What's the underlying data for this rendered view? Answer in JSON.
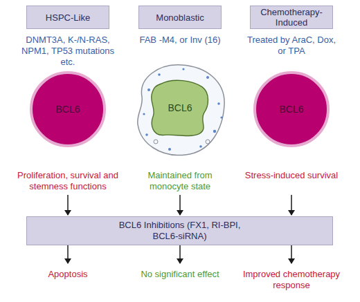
{
  "diagram": {
    "nodes": [
      {
        "text": [
          "HSPC-Like"
        ]
      },
      {
        "text": [
          "Monoblastic"
        ]
      },
      {
        "text": [
          "Chemotherapy-Induced"
        ]
      },
      {
        "text": [
          "BCL6"
        ]
      },
      {
        "text": [
          "BCL6"
        ]
      },
      {
        "text": [
          "BCL6"
        ]
      },
      {
        "text": [
          "BCL6 Inhibitions (FX1, RI-BPI, BCL6-siRNA)"
        ]
      }
    ],
    "labels": [
      "DNMT3A, K-/N-RAS, NPM1, TP53 mutations etc.",
      "FAB -M4, or Inv (16)",
      "Treated by AraC, Dox, or TPA",
      "Proliferation, survival and stemness functions",
      "Maintained from monocyte state",
      "Stress-induced survival",
      "Apoptosis",
      "No significant effect",
      "Improved chemotherapy response"
    ]
  }
}
